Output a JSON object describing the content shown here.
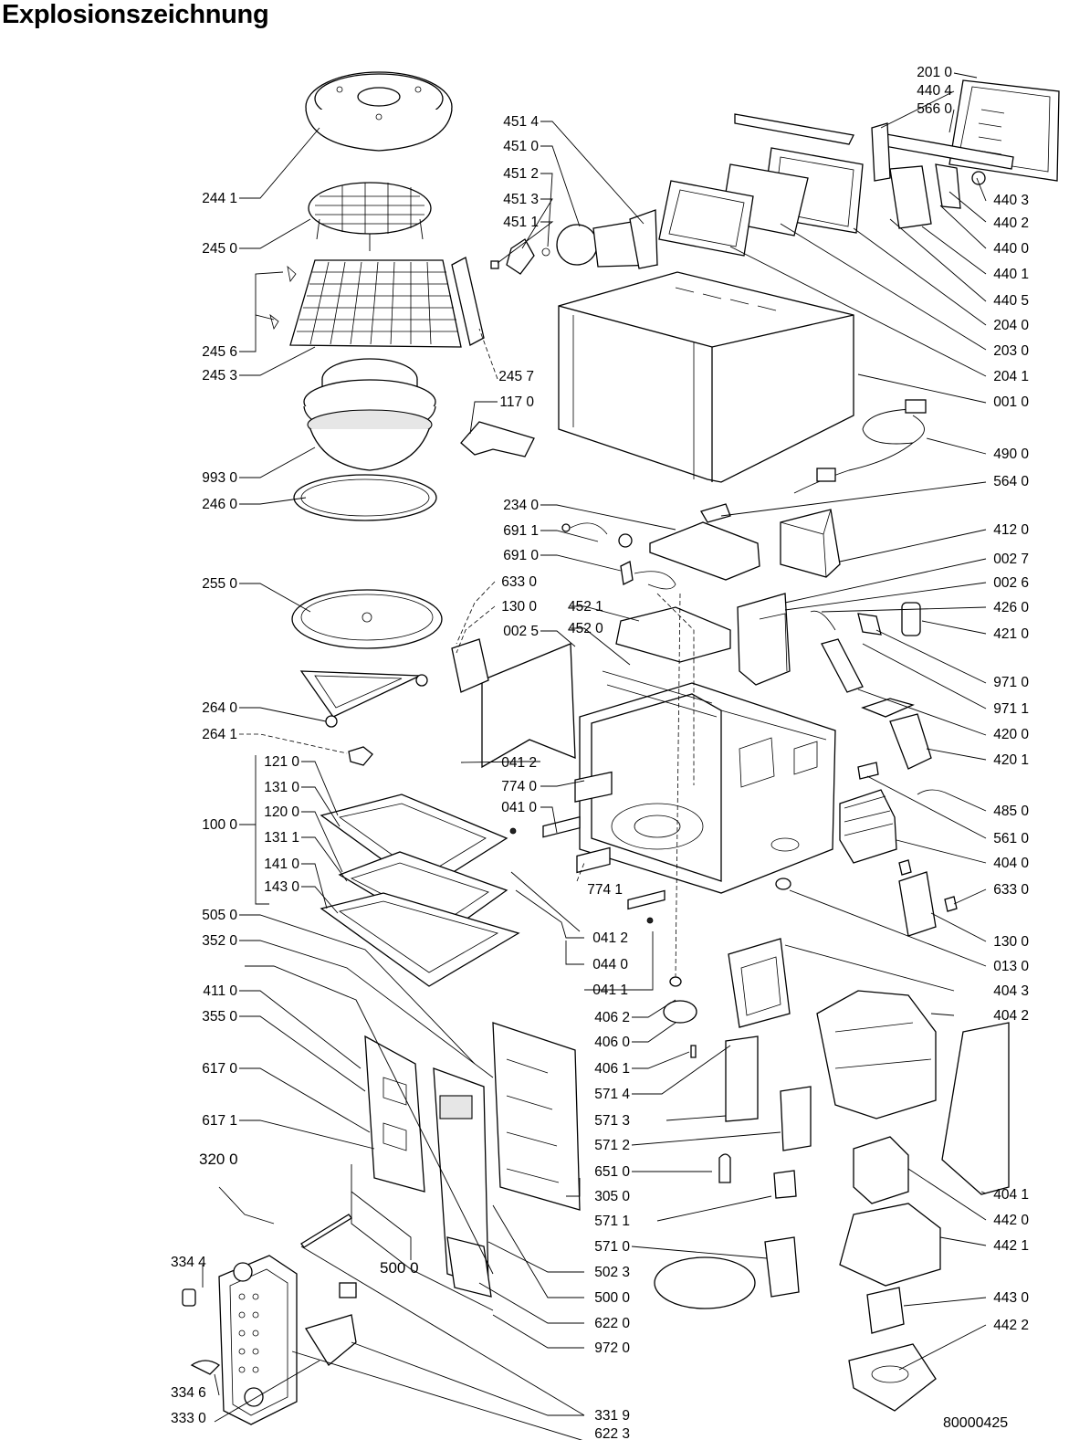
{
  "title": "Explosionszeichnung",
  "document_number": "80000425",
  "labels": [
    {
      "id": "201-0",
      "text": "201 0"
    },
    {
      "id": "440-4",
      "text": "440 4"
    },
    {
      "id": "566-0",
      "text": "566 0"
    },
    {
      "id": "440-3",
      "text": "440 3"
    },
    {
      "id": "440-2",
      "text": "440 2"
    },
    {
      "id": "440-0",
      "text": "440 0"
    },
    {
      "id": "440-1",
      "text": "440 1"
    },
    {
      "id": "440-5",
      "text": "440 5"
    },
    {
      "id": "204-0",
      "text": "204 0"
    },
    {
      "id": "203-0",
      "text": "203 0"
    },
    {
      "id": "204-1",
      "text": "204 1"
    },
    {
      "id": "001-0",
      "text": "001 0"
    },
    {
      "id": "490-0",
      "text": "490 0"
    },
    {
      "id": "564-0",
      "text": "564 0"
    },
    {
      "id": "412-0",
      "text": "412 0"
    },
    {
      "id": "002-7",
      "text": "002 7"
    },
    {
      "id": "002-6",
      "text": "002 6"
    },
    {
      "id": "426-0",
      "text": "426 0"
    },
    {
      "id": "421-0",
      "text": "421 0"
    },
    {
      "id": "971-0",
      "text": "971 0"
    },
    {
      "id": "971-1",
      "text": "971 1"
    },
    {
      "id": "420-0",
      "text": "420 0"
    },
    {
      "id": "420-1",
      "text": "420 1"
    },
    {
      "id": "485-0",
      "text": "485 0"
    },
    {
      "id": "561-0",
      "text": "561 0"
    },
    {
      "id": "404-0",
      "text": "404 0"
    },
    {
      "id": "633-0b",
      "text": "633 0"
    },
    {
      "id": "130-0b",
      "text": "130 0"
    },
    {
      "id": "013-0",
      "text": "013 0"
    },
    {
      "id": "404-3",
      "text": "404 3"
    },
    {
      "id": "404-2",
      "text": "404 2"
    },
    {
      "id": "404-1",
      "text": "404 1"
    },
    {
      "id": "442-0",
      "text": "442 0"
    },
    {
      "id": "442-1",
      "text": "442 1"
    },
    {
      "id": "443-0",
      "text": "443 0"
    },
    {
      "id": "442-2",
      "text": "442 2"
    },
    {
      "id": "451-4",
      "text": "451 4"
    },
    {
      "id": "451-0",
      "text": "451 0"
    },
    {
      "id": "451-2",
      "text": "451 2"
    },
    {
      "id": "451-3",
      "text": "451 3"
    },
    {
      "id": "451-1",
      "text": "451 1"
    },
    {
      "id": "244-1",
      "text": "244 1"
    },
    {
      "id": "245-0",
      "text": "245 0"
    },
    {
      "id": "245-6",
      "text": "245 6"
    },
    {
      "id": "245-3",
      "text": "245 3"
    },
    {
      "id": "245-7",
      "text": "245 7"
    },
    {
      "id": "117-0",
      "text": "117 0"
    },
    {
      "id": "993-0",
      "text": "993 0"
    },
    {
      "id": "246-0",
      "text": "246 0"
    },
    {
      "id": "234-0",
      "text": "234 0"
    },
    {
      "id": "691-1",
      "text": "691 1"
    },
    {
      "id": "691-0",
      "text": "691 0"
    },
    {
      "id": "633-0a",
      "text": "633 0"
    },
    {
      "id": "130-0a",
      "text": "130 0"
    },
    {
      "id": "002-5",
      "text": "002 5"
    },
    {
      "id": "452-1",
      "text": "452 1"
    },
    {
      "id": "452-0",
      "text": "452 0"
    },
    {
      "id": "255-0",
      "text": "255 0"
    },
    {
      "id": "264-0",
      "text": "264 0"
    },
    {
      "id": "264-1",
      "text": "264 1"
    },
    {
      "id": "121-0",
      "text": "121 0"
    },
    {
      "id": "131-0",
      "text": "131 0"
    },
    {
      "id": "120-0",
      "text": "120 0"
    },
    {
      "id": "100-0",
      "text": "100 0"
    },
    {
      "id": "131-1",
      "text": "131 1"
    },
    {
      "id": "141-0",
      "text": "141 0"
    },
    {
      "id": "143-0",
      "text": "143 0"
    },
    {
      "id": "505-0",
      "text": "505 0"
    },
    {
      "id": "352-0",
      "text": "352 0"
    },
    {
      "id": "041-2a",
      "text": "041 2"
    },
    {
      "id": "774-0",
      "text": "774 0"
    },
    {
      "id": "041-0",
      "text": "041 0"
    },
    {
      "id": "774-1",
      "text": "774 1"
    },
    {
      "id": "041-2b",
      "text": "041 2"
    },
    {
      "id": "044-0",
      "text": "044 0"
    },
    {
      "id": "041-1",
      "text": "041 1"
    },
    {
      "id": "406-2",
      "text": "406 2"
    },
    {
      "id": "406-0",
      "text": "406 0"
    },
    {
      "id": "406-1",
      "text": "406 1"
    },
    {
      "id": "571-4",
      "text": "571 4"
    },
    {
      "id": "571-3",
      "text": "571 3"
    },
    {
      "id": "571-2",
      "text": "571 2"
    },
    {
      "id": "651-0",
      "text": "651 0"
    },
    {
      "id": "305-0",
      "text": "305 0"
    },
    {
      "id": "571-1",
      "text": "571 1"
    },
    {
      "id": "571-0",
      "text": "571 0"
    },
    {
      "id": "502-3",
      "text": "502 3"
    },
    {
      "id": "500-0b",
      "text": "500 0"
    },
    {
      "id": "622-0",
      "text": "622 0"
    },
    {
      "id": "972-0",
      "text": "972 0"
    },
    {
      "id": "331-9",
      "text": "331 9"
    },
    {
      "id": "622-3",
      "text": "622 3"
    },
    {
      "id": "411-0",
      "text": "411 0"
    },
    {
      "id": "355-0",
      "text": "355 0"
    },
    {
      "id": "617-0",
      "text": "617 0"
    },
    {
      "id": "617-1",
      "text": "617 1"
    },
    {
      "id": "320-0",
      "text": "320 0"
    },
    {
      "id": "500-0a",
      "text": "500 0"
    },
    {
      "id": "334-4",
      "text": "334 4"
    },
    {
      "id": "334-6",
      "text": "334 6"
    },
    {
      "id": "333-0",
      "text": "333 0"
    }
  ]
}
